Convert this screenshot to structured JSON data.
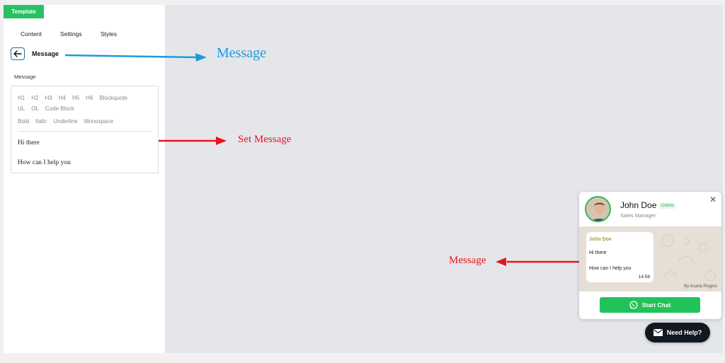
{
  "sidebar": {
    "template_badge": "Template",
    "tabs": [
      "Content",
      "Settings",
      "Styles"
    ],
    "section_title": "Message",
    "field_label": "Message",
    "toolbar": {
      "row1": [
        "H1",
        "H2",
        "H3",
        "H4",
        "H5",
        "H6",
        "Blockquote"
      ],
      "row2": [
        "UL",
        "OL",
        "Code Block"
      ],
      "row3": [
        "Bold",
        "Italic",
        "Underline",
        "Monospace"
      ]
    },
    "message_lines": [
      "Hi there",
      "How can I help you"
    ]
  },
  "annotations": {
    "top": "Message",
    "middle": "Set Message",
    "bottom": "Message",
    "colors": {
      "blue": "#1b9be0",
      "red": "#e8141c"
    }
  },
  "widget": {
    "name": "John Doe",
    "status": "Online",
    "role": "Sales Manager",
    "bubble": {
      "sender": "John Doe",
      "line1": "Hi there",
      "line2": "How can I help you",
      "time": "14:58"
    },
    "powered_by": "By Asana Plugins",
    "start_button": "Start Chat",
    "accent": "#22c25a"
  },
  "launcher": {
    "label": "Need Help?"
  }
}
